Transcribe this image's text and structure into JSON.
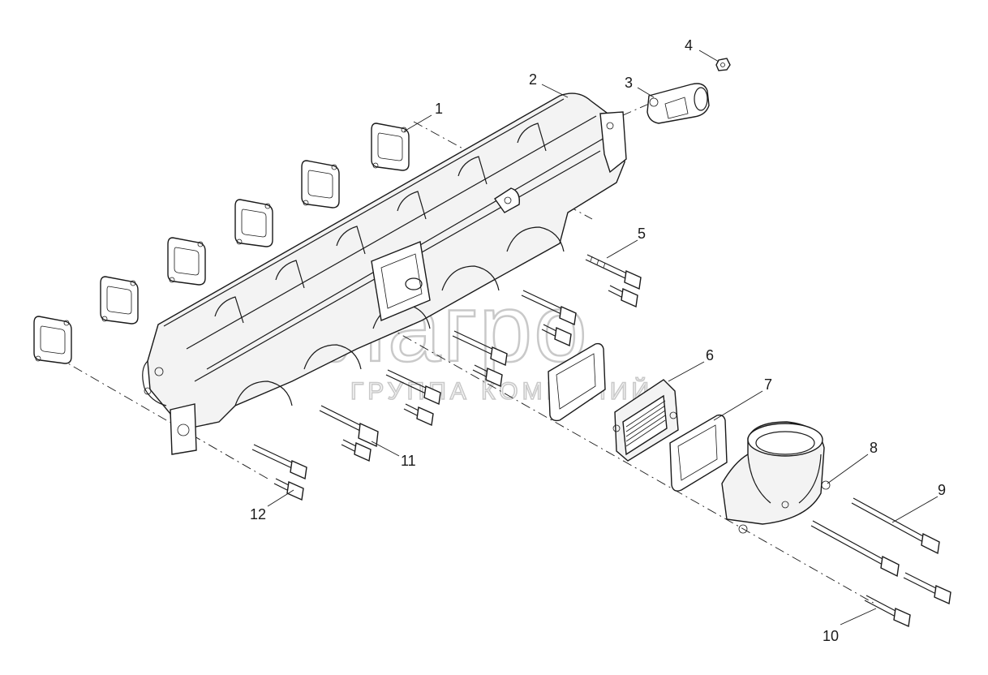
{
  "watermark": {
    "logo_text": "белагро",
    "subtitle_text": "ГРУППА КОМПАНИЙ"
  },
  "callouts": [
    "1",
    "2",
    "3",
    "4",
    "5",
    "6",
    "7",
    "8",
    "9",
    "10",
    "11",
    "12"
  ],
  "colors": {
    "line": "#1a1a1a",
    "watermark": "#c9c9c9",
    "background": "#ffffff"
  }
}
